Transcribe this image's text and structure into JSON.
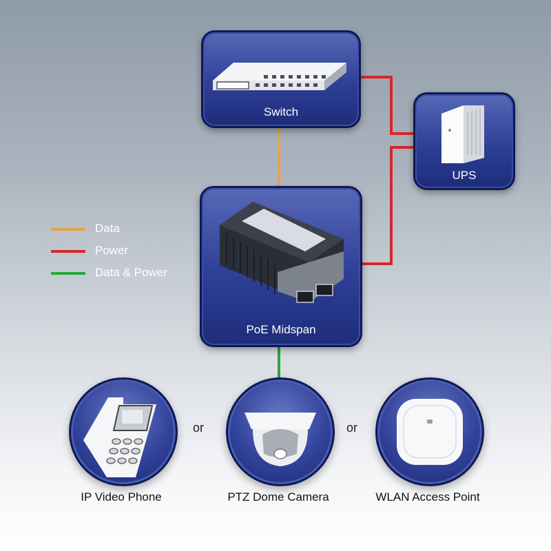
{
  "nodes": {
    "switch": "Switch",
    "ups": "UPS",
    "poe": "PoE Midspan"
  },
  "legend": [
    {
      "label": "Data",
      "color": "#e3a54a"
    },
    {
      "label": "Power",
      "color": "#d8262a"
    },
    {
      "label": "Data & Power",
      "color": "#2aa63a"
    }
  ],
  "devices": {
    "phone": "IP Video Phone",
    "camera": "PTZ Dome Camera",
    "ap": "WLAN Access Point"
  },
  "separators": {
    "or_1": "or",
    "or_2": "or"
  },
  "icons": [
    "network-switch-icon",
    "ups-icon",
    "poe-injector-icon",
    "ip-phone-icon",
    "dome-camera-icon",
    "access-point-icon"
  ]
}
